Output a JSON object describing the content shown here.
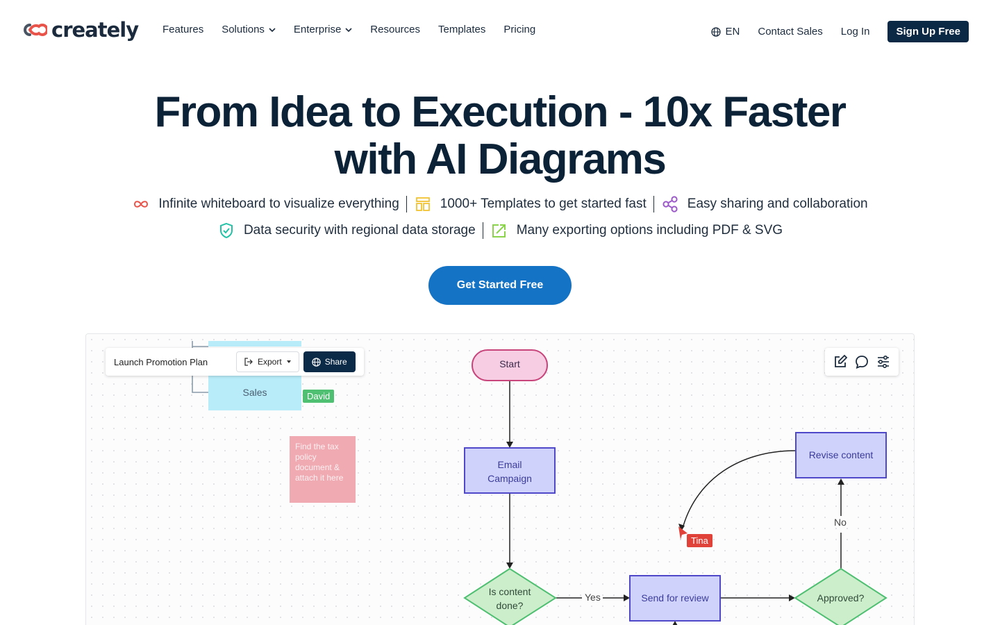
{
  "nav": {
    "brand": "creately",
    "links": [
      {
        "label": "Features",
        "dropdown": false
      },
      {
        "label": "Solutions",
        "dropdown": true
      },
      {
        "label": "Enterprise",
        "dropdown": true
      },
      {
        "label": "Resources",
        "dropdown": false
      },
      {
        "label": "Templates",
        "dropdown": false
      },
      {
        "label": "Pricing",
        "dropdown": false
      }
    ],
    "language": "EN",
    "contact": "Contact Sales",
    "login": "Log In",
    "signup": "Sign Up Free"
  },
  "hero": {
    "title_line1": "From Idea to Execution - 10x Faster",
    "title_line2": "with AI Diagrams",
    "features_row1": [
      {
        "icon": "infinity-icon",
        "text": "Infinite whiteboard to visualize everything"
      },
      {
        "icon": "template-icon",
        "text": "1000+ Templates to get started fast"
      },
      {
        "icon": "share-nodes-icon",
        "text": "Easy sharing and collaboration"
      }
    ],
    "features_row2": [
      {
        "icon": "shield-check-icon",
        "text": "Data security with regional data storage"
      },
      {
        "icon": "export-icon",
        "text": "Many exporting options including PDF & SVG"
      }
    ],
    "cta": "Get Started Free"
  },
  "canvas": {
    "document_name": "Launch Promotion Plan",
    "export_label": "Export",
    "share_label": "Share",
    "sales_label": "Sales",
    "sticky_note": "Find the tax policy document & attach it here",
    "cursor_david": "David",
    "cursor_tina": "Tina",
    "flow": {
      "start": "Start",
      "email_campaign_line1": "Email",
      "email_campaign_line2": "Campaign",
      "content_done_line1": "Is content",
      "content_done_line2": "done?",
      "send_review": "Send for review",
      "approved": "Approved?",
      "revise": "Revise content",
      "yes": "Yes",
      "no": "No"
    }
  },
  "colors": {
    "navy": "#0b2844",
    "cta_blue": "#1473c4",
    "pink_node": "#f6cde3",
    "blue_node": "#cfd3fb",
    "green_node": "#cdeecb"
  }
}
